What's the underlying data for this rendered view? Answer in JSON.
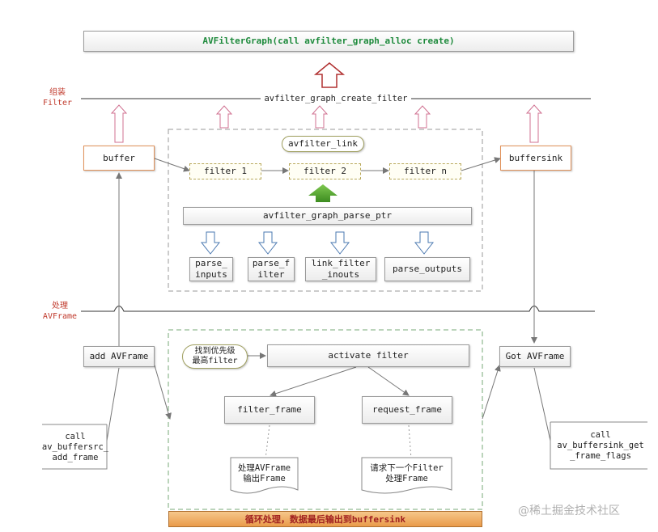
{
  "title": "AVFilterGraph(call avfilter_graph_alloc create)",
  "create_filter_line": "avfilter_graph_create_filter",
  "section_assemble": {
    "cn": "组装",
    "en": "Filter"
  },
  "section_process": {
    "cn": "处理",
    "en": "AVFrame"
  },
  "buffer": "buffer",
  "buffersink": "buffersink",
  "avfilter_link": "avfilter_link",
  "filters": [
    "filter 1",
    "filter 2",
    "filter n"
  ],
  "parse_ptr": "avfilter_graph_parse_ptr",
  "parse_items": [
    "parse_\ninputs",
    "parse_f\nilter",
    "link_filter\n_inouts",
    "parse_outputs"
  ],
  "add_frame": "add AVFrame",
  "got_frame": "Got AVFrame",
  "call_left": "call\nav_buffersrc_\nadd_frame",
  "call_right": "call\nav_buffersink_get\n_frame_flags",
  "find_filter": "找到优先级\n最高filter",
  "activate_filter": "activate filter",
  "filter_frame": "filter_frame",
  "request_frame": "request_frame",
  "doc_left": "处理AVFrame\n输出Frame",
  "doc_right": "请求下一个Filter\n处理Frame",
  "loop_banner": "循环处理，数据最后输出到buffersink",
  "watermark": "@稀土掘金技术社区"
}
